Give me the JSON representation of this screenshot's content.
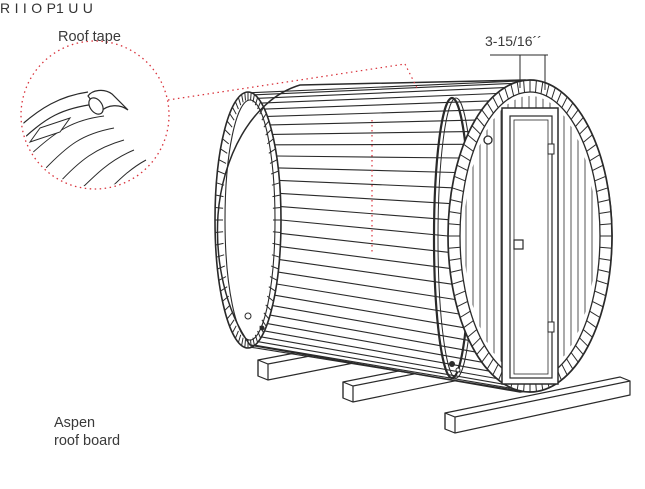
{
  "labels": {
    "roof_tape": "Roof tape",
    "dimension": "3-15/16´´",
    "aspen_line1": "Aspen",
    "aspen_line2": "roof board"
  },
  "callouts": {
    "R": "R",
    "I_left": "I",
    "I_right": "I",
    "O": "O",
    "P1": "P1",
    "U_left": "U",
    "U_right": "U"
  },
  "colors": {
    "accent": "#d9333c",
    "line": "#2a2a2a",
    "background": "#ffffff"
  }
}
